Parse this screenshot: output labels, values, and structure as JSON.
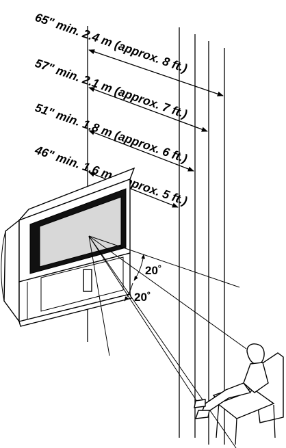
{
  "labels": {
    "d65": "65\" min. 2.4 m (approx. 8 ft.)",
    "d57": "57\" min. 2.1 m (approx. 7 ft.)",
    "d51": "51\" min. 1.8 m (approx. 6 ft.)",
    "d46": "46\" min. 1.6 m (approx. 5 ft.)",
    "angle_upper": "20˚",
    "angle_lower": "20˚"
  }
}
